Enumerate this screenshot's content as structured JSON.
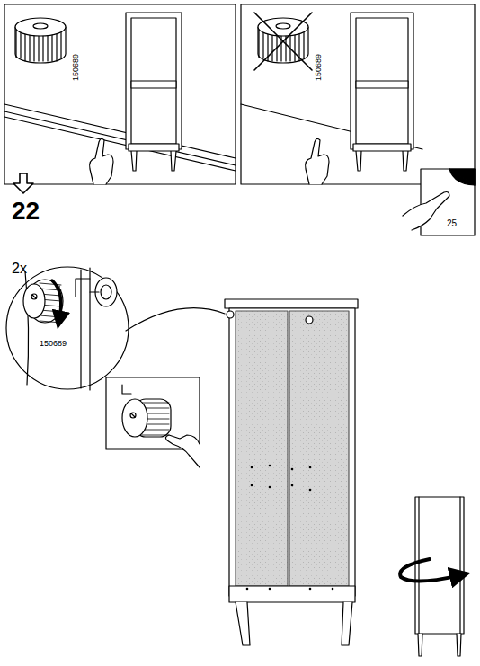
{
  "diagram": {
    "labels": [
      "150689",
      "150689",
      "25",
      "22",
      "2x",
      "150689"
    ]
  }
}
